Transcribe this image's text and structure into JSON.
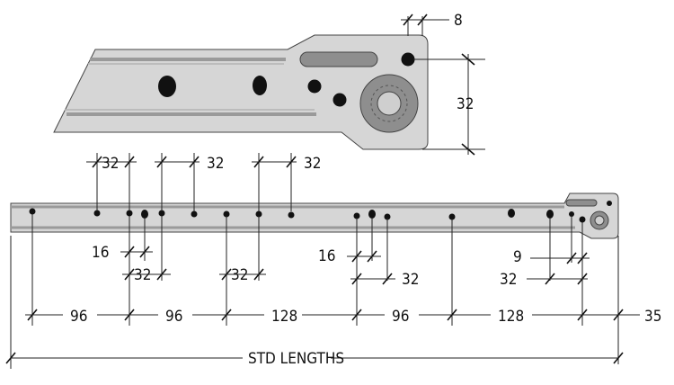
{
  "colors": {
    "rail_fill": "#d6d6d6",
    "rail_stroke": "#444444",
    "groove": "#9a9a9a",
    "hole": "#111111",
    "bushing_outer": "#8e8e8e",
    "bushing_inner": "#cfcfcf"
  },
  "labels": {
    "top_offset": "8",
    "top_height": "32",
    "pitch_a": "32",
    "pitch_b": "32",
    "pitch_c": "32",
    "small_left": "16",
    "small_left_32": "32",
    "mid_32": "32",
    "small_mid": "16",
    "small_mid_32": "32",
    "right_9": "9",
    "right_32": "32",
    "seg_1": "96",
    "seg_2": "96",
    "seg_3": "128",
    "seg_4": "96",
    "seg_5": "128",
    "seg_6": "35",
    "std_lengths": "STD LENGTHS"
  }
}
